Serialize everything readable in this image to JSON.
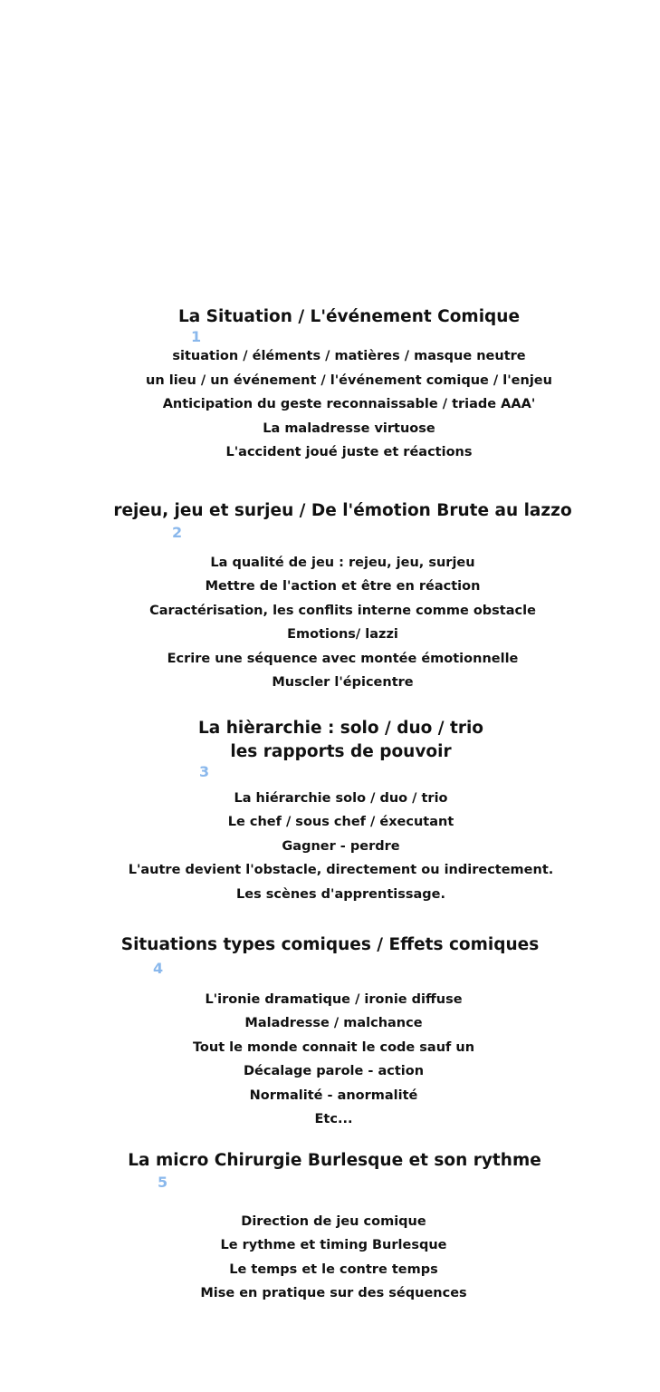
{
  "sections": [
    {
      "number": "1",
      "title": [
        "La Situation / L'événement Comique"
      ],
      "items": [
        "situation / éléments / matières /  masque neutre",
        "un lieu / un événement / l'événement comique / l'enjeu",
        "Anticipation du geste reconnaissable /  triade AAA'",
        "La maladresse virtuose",
        "L'accident joué juste et réactions"
      ]
    },
    {
      "number": "2",
      "title": [
        "rejeu, jeu et surjeu / De l'émotion Brute au lazzo"
      ],
      "items": [
        "La qualité de jeu : rejeu, jeu, surjeu",
        "Mettre de l'action et être en réaction",
        "Caractérisation, les conflits interne comme obstacle",
        "Emotions/ lazzi",
        "Ecrire une séquence avec montée émotionnelle",
        "Muscler l'épicentre"
      ]
    },
    {
      "number": "3",
      "title": [
        "La hièrarchie : solo / duo / trio",
        "les rapports de pouvoir"
      ],
      "items": [
        "La hiérarchie solo / duo / trio",
        "Le chef / sous chef / éxecutant",
        "Gagner - perdre",
        "L'autre devient l'obstacle, directement ou indirectement.",
        "Les scènes d'apprentissage."
      ]
    },
    {
      "number": "4",
      "title": [
        "Situations types comiques / Effets comiques"
      ],
      "items": [
        "L'ironie dramatique / ironie diffuse",
        "Maladresse  / malchance",
        "Tout le monde connait le code sauf un",
        "Décalage parole - action",
        "Normalité - anormalité",
        "Etc..."
      ]
    },
    {
      "number": "5",
      "title": [
        "La micro Chirurgie Burlesque et son rythme"
      ],
      "items": [
        "Direction de jeu comique",
        "Le rythme et timing Burlesque",
        "Le temps et le contre temps",
        "Mise en pratique sur des séquences"
      ]
    }
  ]
}
